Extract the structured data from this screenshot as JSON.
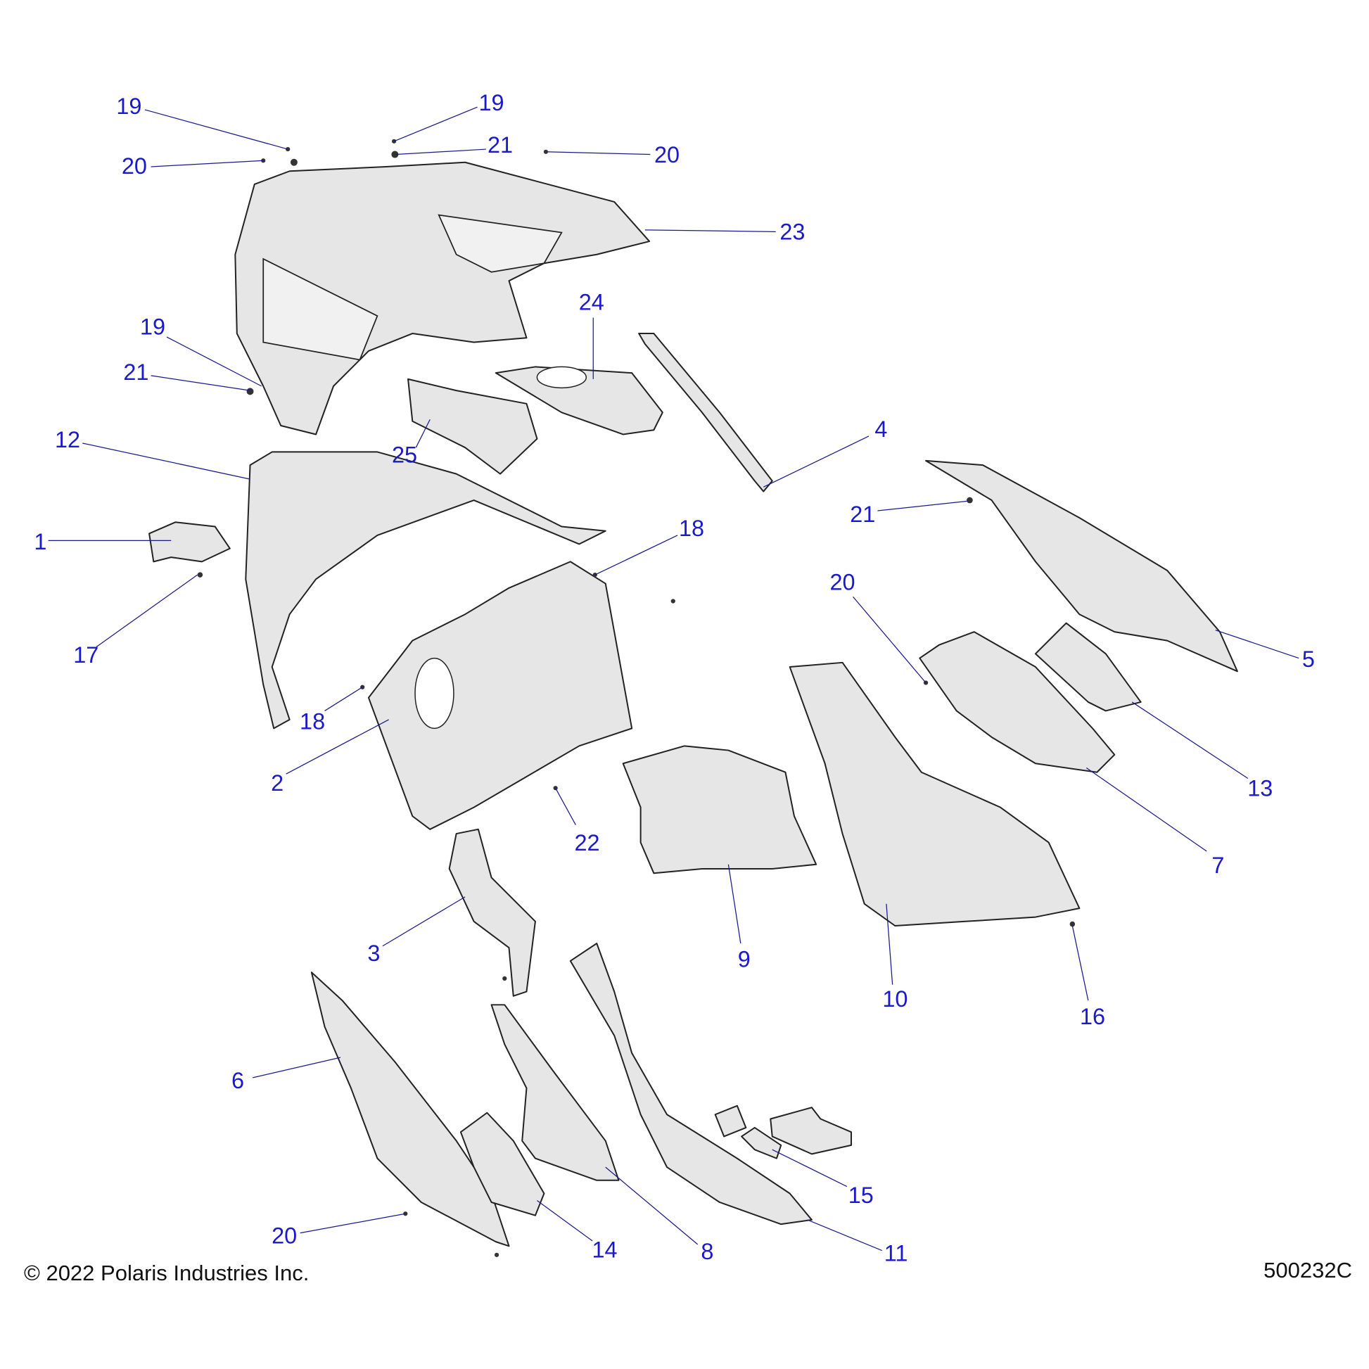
{
  "diagram": {
    "callouts": [
      "19",
      "20",
      "19",
      "21",
      "20",
      "23",
      "24",
      "19",
      "21",
      "25",
      "4",
      "12",
      "1",
      "21",
      "18",
      "20",
      "17",
      "5",
      "18",
      "2",
      "13",
      "22",
      "7",
      "3",
      "9",
      "10",
      "16",
      "6",
      "15",
      "20",
      "14",
      "8",
      "11"
    ]
  },
  "footer": {
    "copyright": "© 2022 Polaris Industries Inc.",
    "diagram_id": "500232C"
  },
  "colors": {
    "callout": "#1a1acc",
    "leader": "#1a1a8c",
    "part_fill": "#e6e6e6"
  }
}
